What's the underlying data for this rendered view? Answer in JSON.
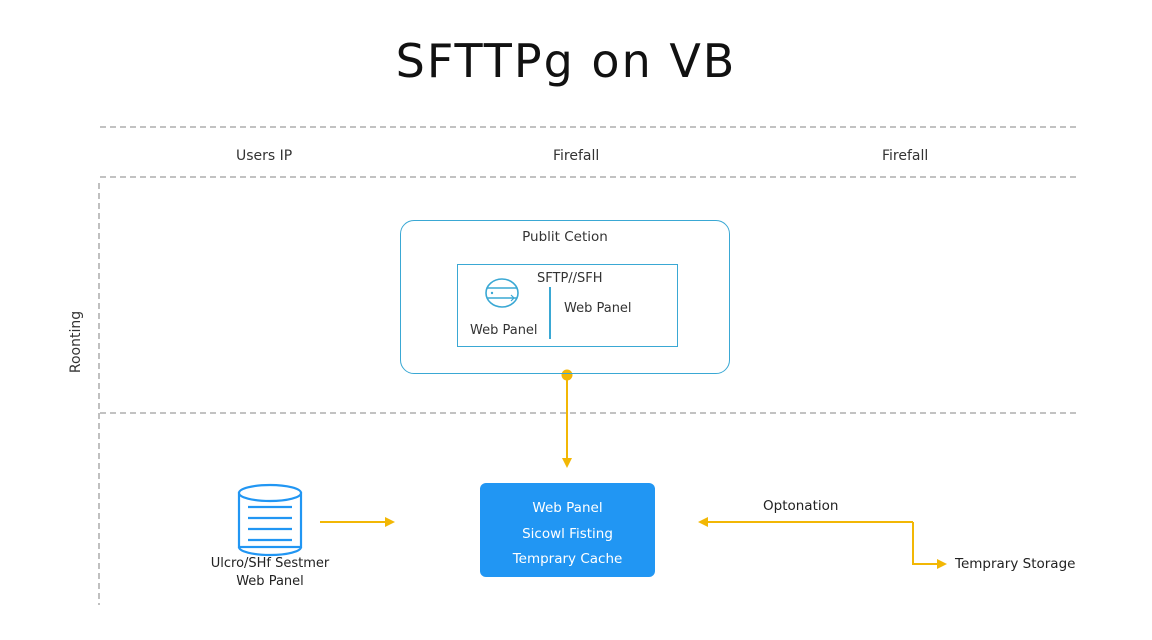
{
  "title": "SFTTPg on VB",
  "header": {
    "col1": "Users IP",
    "col2": "Firefall",
    "col3": "Firefall"
  },
  "side_label": "Roonting",
  "public_section": {
    "title": "Publit Cetion",
    "protocol": "SFTP//SFH",
    "left_label": "Web Panel",
    "right_label": "Web Panel"
  },
  "center_box": {
    "lines": [
      "Web Panel",
      "Sicowl Fisting",
      "Temprary Cache"
    ]
  },
  "database": {
    "line1": "Ulcro/SHf Sestmer",
    "line2": "Web Panel"
  },
  "right_flow": {
    "label": "Optonation",
    "target": "Temprary Storage"
  },
  "colors": {
    "line_dashed": "#9e9e9e",
    "box_border": "#3aa8d4",
    "center_fill": "#2196f3",
    "arrow": "#f2b705"
  }
}
